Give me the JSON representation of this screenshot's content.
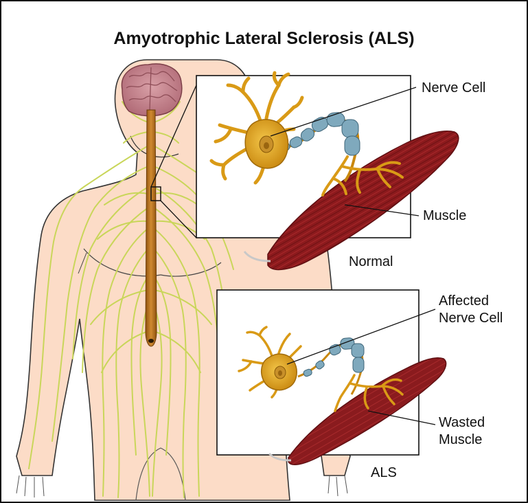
{
  "title": "Amyotrophic Lateral Sclerosis (ALS)",
  "panels": {
    "normal": {
      "caption": "Normal",
      "nerve_label": "Nerve Cell",
      "muscle_label": "Muscle"
    },
    "als": {
      "caption": "ALS",
      "nerve_label_line1": "Affected",
      "nerve_label_line2": "Nerve Cell",
      "muscle_label_line1": "Wasted",
      "muscle_label_line2": "Muscle"
    }
  },
  "colors": {
    "skin": "#fcdcc7",
    "skin_outline": "#222222",
    "nerves": "#c9d65a",
    "spinal_cord": "#b87020",
    "brain": "#c98a94",
    "neuron": "#e0a41c",
    "myelin": "#7fa9bd",
    "muscle": "#8c1a1d"
  }
}
